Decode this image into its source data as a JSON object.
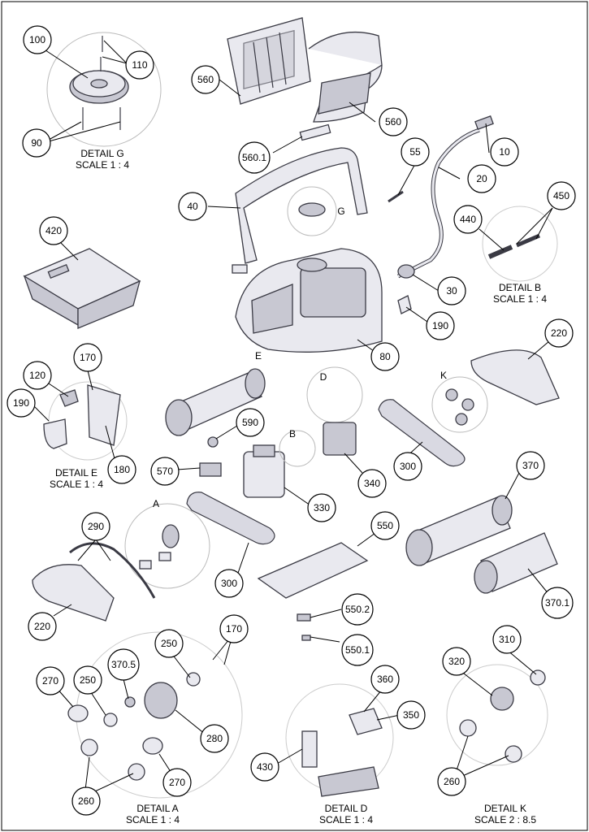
{
  "callouts": [
    "100",
    "110",
    "90",
    "560",
    "560",
    "560.1",
    "10",
    "55",
    "20",
    "40",
    "450",
    "440",
    "420",
    "30",
    "190",
    "80",
    "220",
    "170",
    "120",
    "190",
    "590",
    "180",
    "570",
    "340",
    "300",
    "370",
    "330",
    "290",
    "550",
    "300",
    "370.1",
    "220",
    "550.2",
    "550.1",
    "170",
    "250",
    "370.5",
    "310",
    "320",
    "270",
    "250",
    "280",
    "360",
    "350",
    "430",
    "260",
    "270",
    "260"
  ],
  "detail_letters": [
    "G",
    "E",
    "D",
    "K",
    "B",
    "A"
  ],
  "detail_captions": {
    "g": [
      "DETAIL G",
      "SCALE 1 : 4"
    ],
    "b": [
      "DETAIL B",
      "SCALE 1 : 4"
    ],
    "e": [
      "DETAIL E",
      "SCALE 1 : 4"
    ],
    "a": [
      "DETAIL A",
      "SCALE 1 : 4"
    ],
    "d": [
      "DETAIL D",
      "SCALE 1 : 4"
    ],
    "k": [
      "DETAIL K",
      "SCALE 2 : 8.5"
    ]
  }
}
